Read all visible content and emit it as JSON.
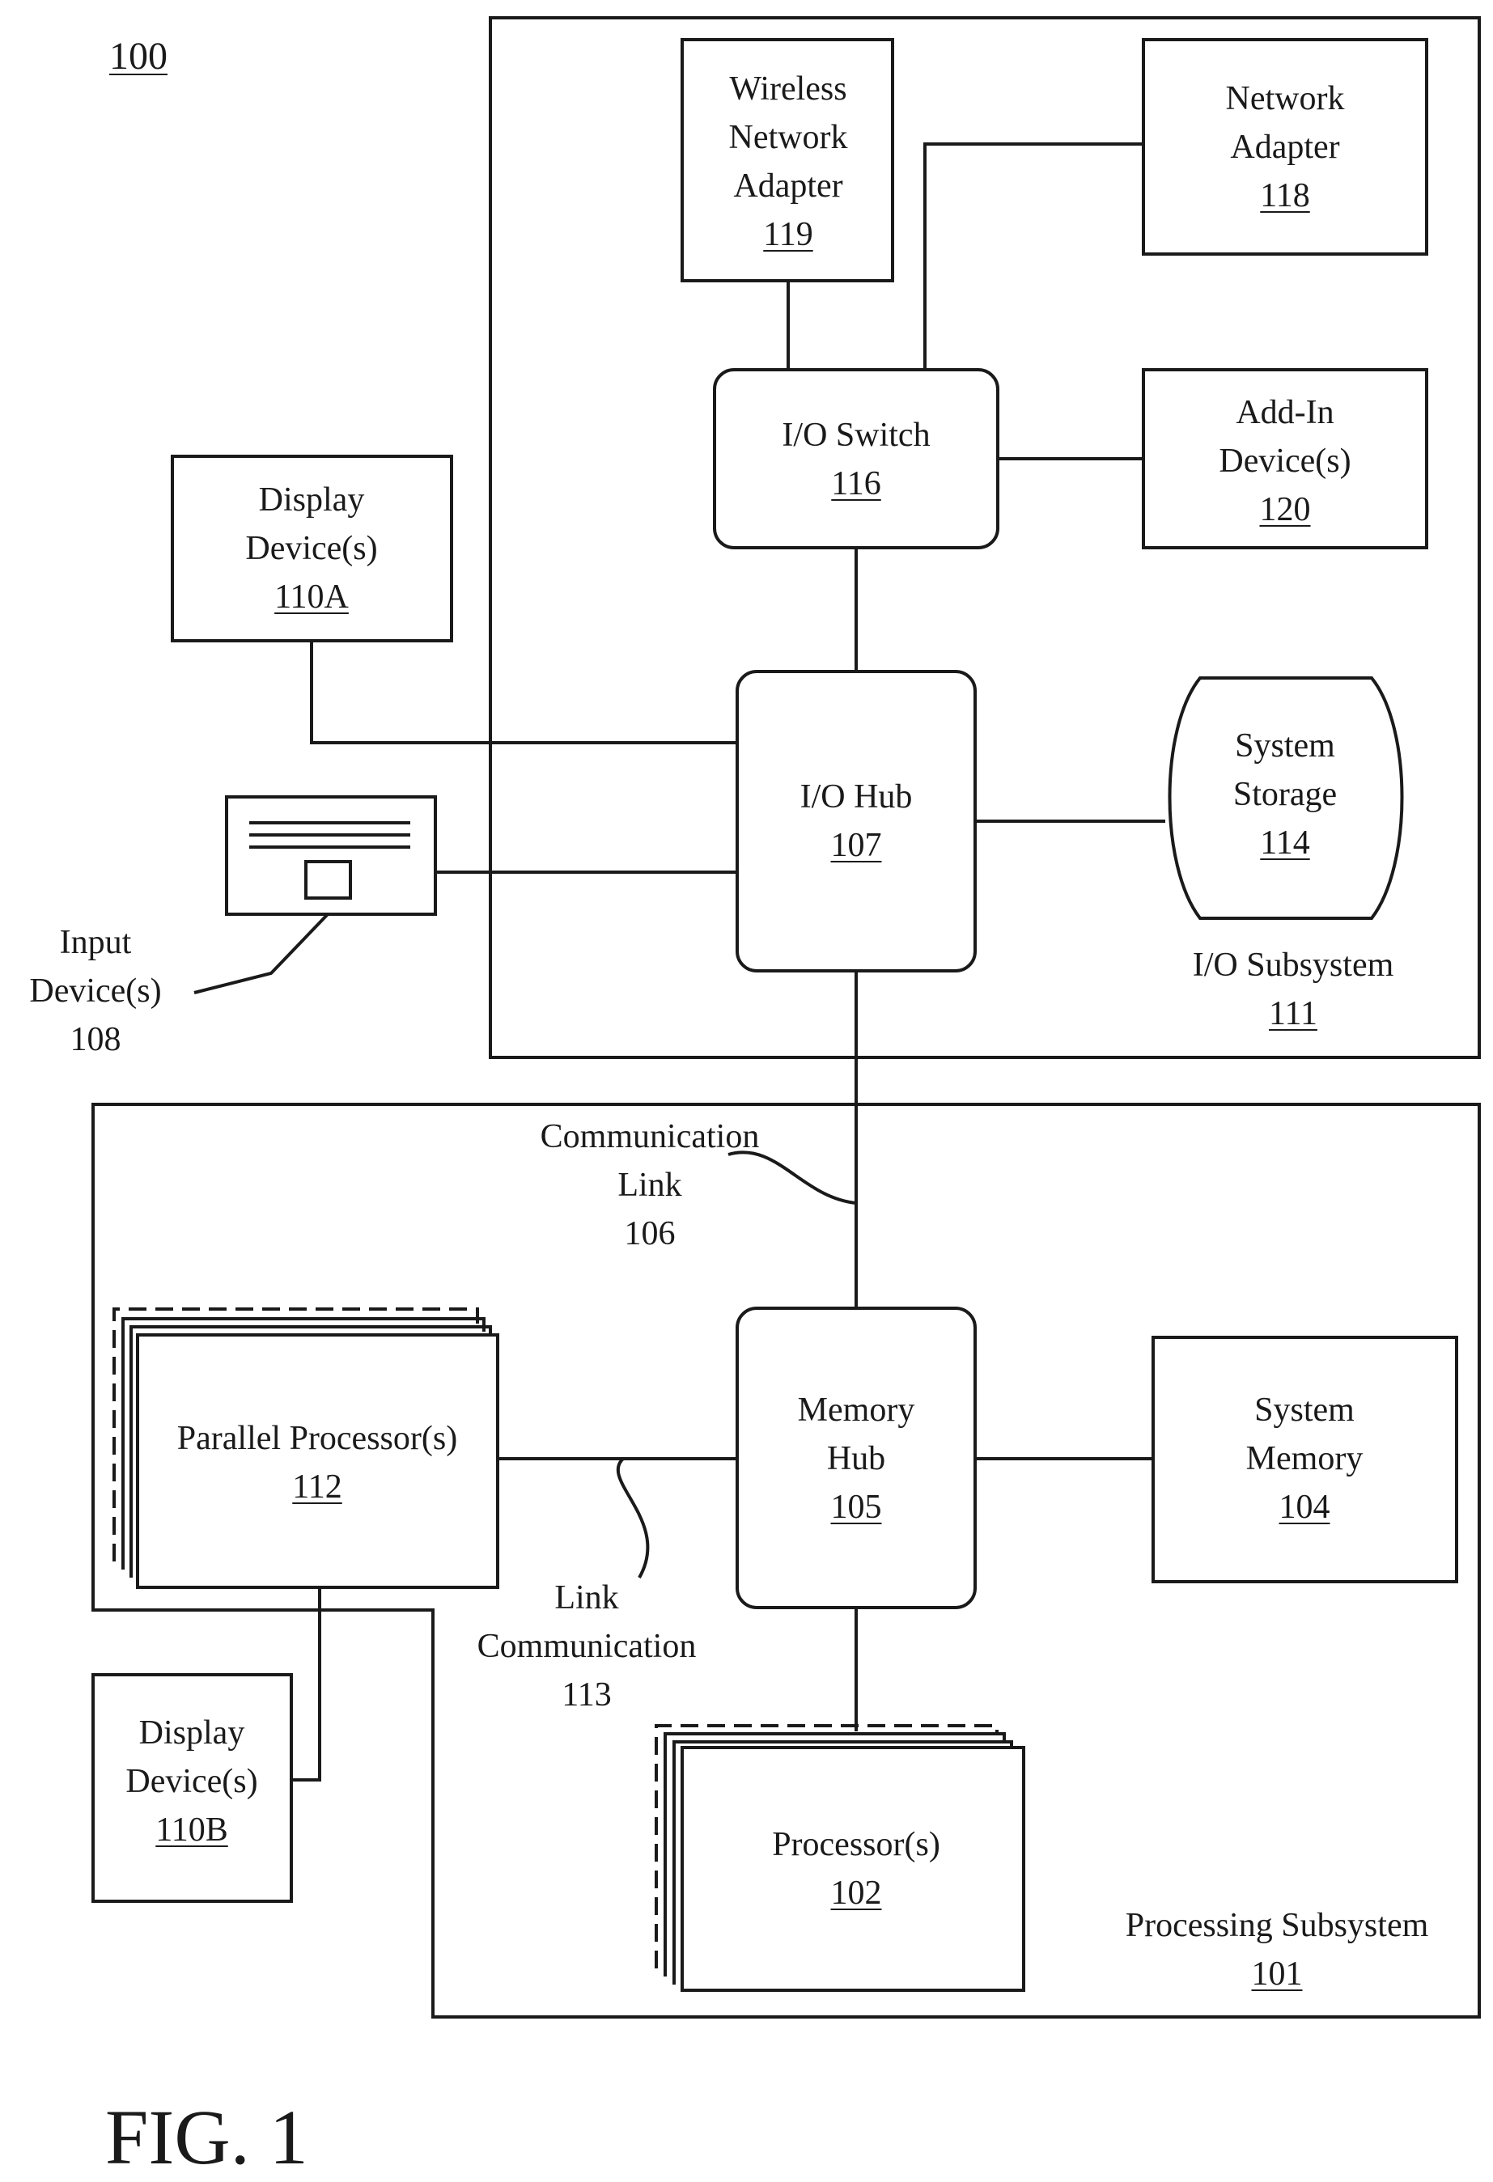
{
  "figure_ref": "100",
  "figure_caption": "FIG. 1",
  "blocks": {
    "wireless_network_adapter": {
      "lines": [
        "Wireless",
        "Network",
        "Adapter"
      ],
      "ref": "119"
    },
    "network_adapter": {
      "lines": [
        "Network",
        "Adapter"
      ],
      "ref": "118"
    },
    "io_switch": {
      "lines": [
        "I/O Switch"
      ],
      "ref": "116"
    },
    "add_in_devices": {
      "lines": [
        "Add-In",
        "Device(s)"
      ],
      "ref": "120"
    },
    "display_devices_a": {
      "lines": [
        "Display",
        "Device(s)"
      ],
      "ref": "110A"
    },
    "io_hub": {
      "lines": [
        "I/O Hub"
      ],
      "ref": "107"
    },
    "system_storage": {
      "lines": [
        "System",
        "Storage"
      ],
      "ref": "114"
    },
    "io_subsystem": {
      "lines": [
        "I/O Subsystem"
      ],
      "ref": "111"
    },
    "input_devices": {
      "lines": [
        "Input",
        "Device(s)"
      ],
      "ref": "108"
    },
    "communication_link_106": {
      "lines": [
        "Communication",
        "Link"
      ],
      "ref": "106"
    },
    "parallel_processors": {
      "lines": [
        "Parallel Processor(s)"
      ],
      "ref": "112"
    },
    "memory_hub": {
      "lines": [
        "Memory",
        "Hub"
      ],
      "ref": "105"
    },
    "system_memory": {
      "lines": [
        "System",
        "Memory"
      ],
      "ref": "104"
    },
    "link_communication_113": {
      "lines": [
        "Link",
        "Communication"
      ],
      "ref": "113"
    },
    "display_devices_b": {
      "lines": [
        "Display",
        "Device(s)"
      ],
      "ref": "110B"
    },
    "processors": {
      "lines": [
        "Processor(s)"
      ],
      "ref": "102"
    },
    "processing_subsystem": {
      "lines": [
        "Processing Subsystem"
      ],
      "ref": "101"
    }
  }
}
